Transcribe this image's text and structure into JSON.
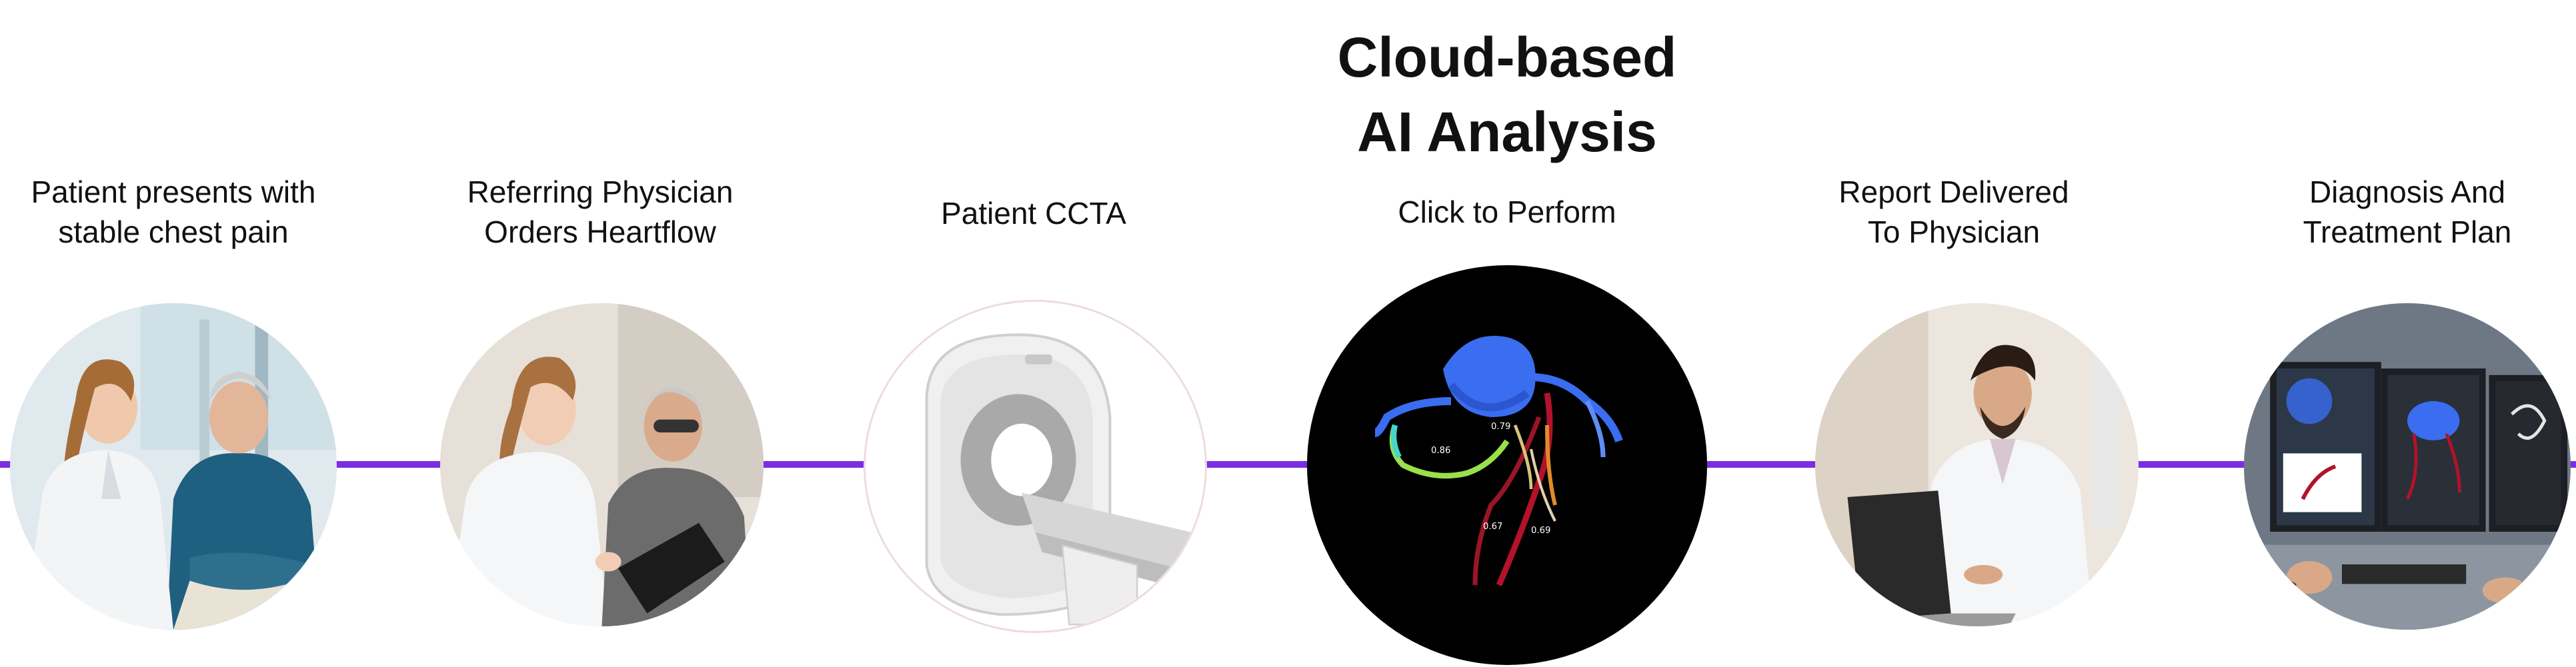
{
  "headline": {
    "line1": "Cloud-based",
    "line2": "AI Analysis"
  },
  "colors": {
    "timeline": "#7b2ee0",
    "vessel_blue": "#3a6df0",
    "vessel_red": "#b3122a",
    "ai_background": "#000000"
  },
  "steps": [
    {
      "line1": "Patient presents with",
      "line2": "stable chest pain",
      "image": "doctor-consulting-patient"
    },
    {
      "line1": "Referring Physician",
      "line2": "Orders Heartflow",
      "image": "physician-reviewing-tablet-with-patient"
    },
    {
      "line1": "Patient CCTA",
      "line2": "",
      "image": "ct-scanner"
    },
    {
      "line1": "Click to Perform",
      "line2": "",
      "image": "3d-coronary-model"
    },
    {
      "line1": "Report Delivered",
      "line2": "To Physician",
      "image": "physician-at-laptop"
    },
    {
      "line1": "Diagnosis And",
      "line2": "Treatment Plan",
      "image": "workstation-monitors"
    }
  ],
  "model_values": [
    "0.79",
    "0.86",
    "0.67",
    "0.69"
  ]
}
